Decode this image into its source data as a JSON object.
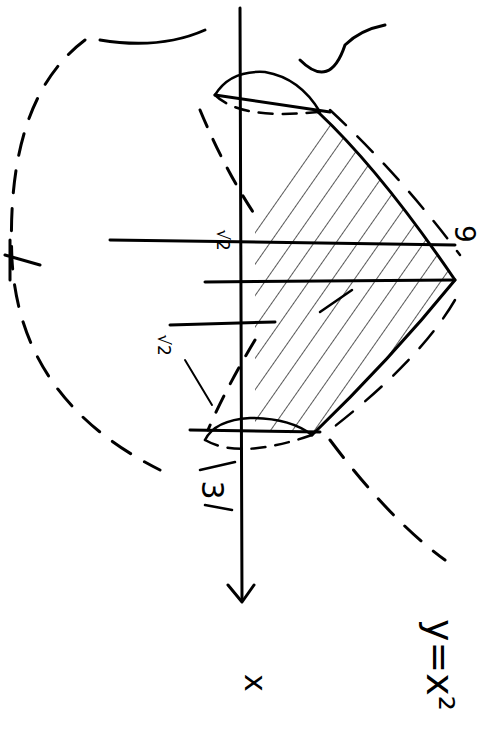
{
  "diagram": {
    "labels": [
      "√2",
      "√2",
      "9",
      "3",
      "x",
      "y=x²"
    ]
  }
}
